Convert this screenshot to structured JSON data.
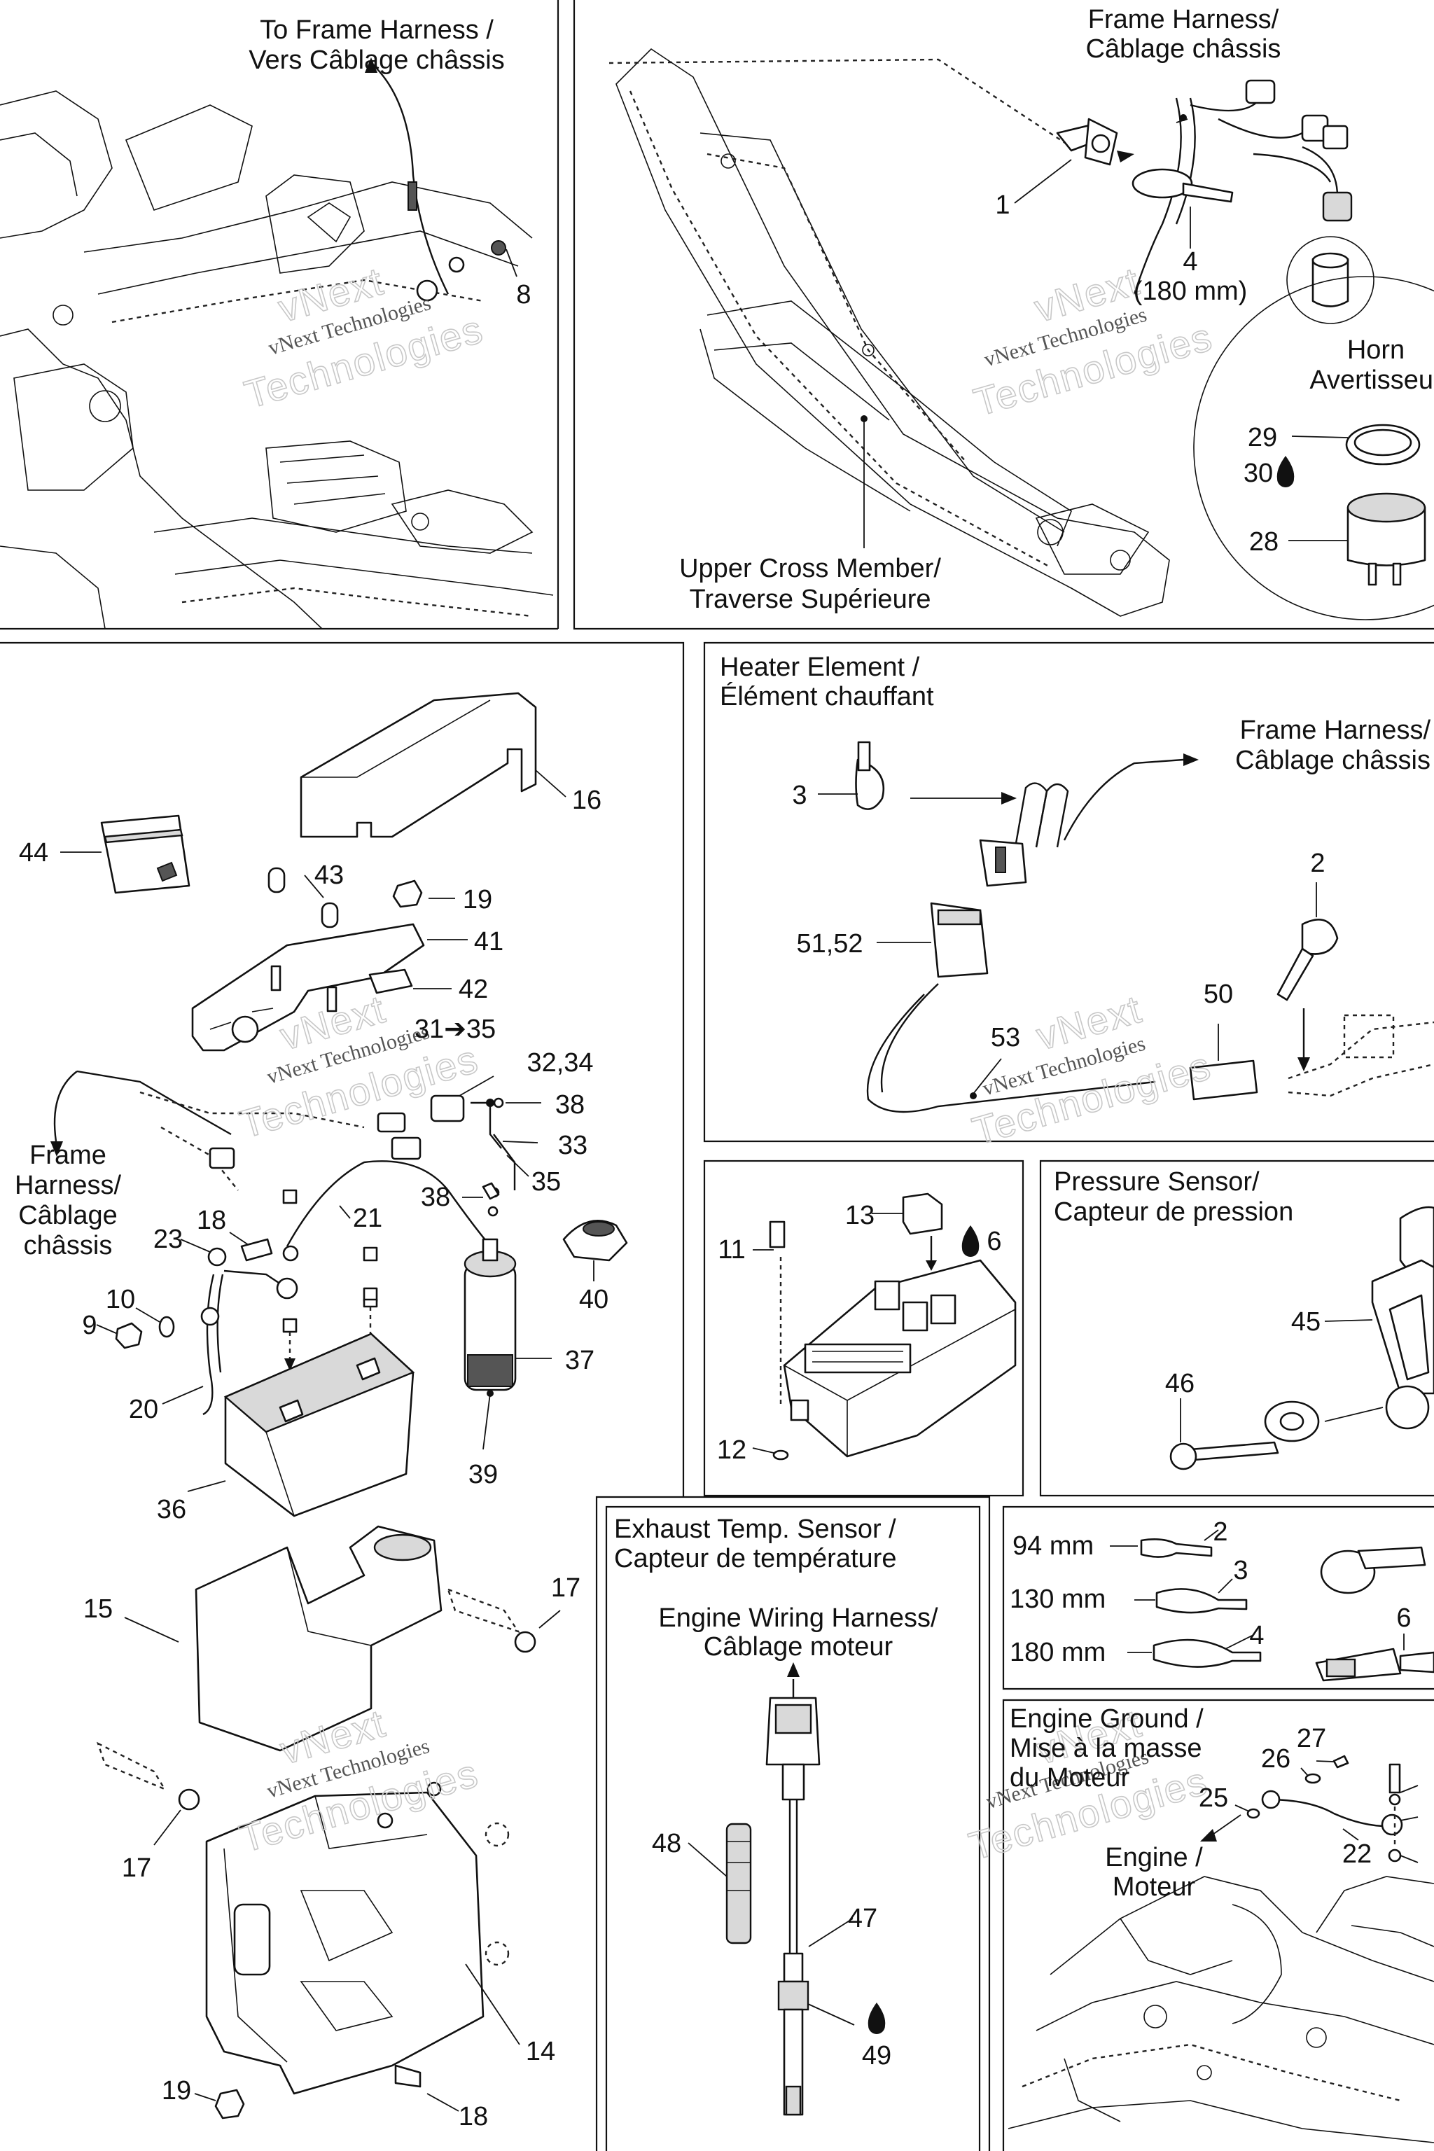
{
  "captions": {
    "to_frame_harness": [
      "To Frame Harness /",
      "Vers Câblage châssis"
    ],
    "frame_harness_top": [
      "Frame Harness/",
      "Câblage châssis"
    ],
    "horn": [
      "Horn",
      "Avertisseur"
    ],
    "upper_cross_member": [
      "Upper Cross Member/",
      "Traverse Supérieure"
    ],
    "heater_element": [
      "Heater Element /",
      "Élément chauffant"
    ],
    "frame_harness_heater": [
      "Frame Harness/",
      "Câblage châssis"
    ],
    "frame_harness_left": [
      "Frame",
      "Harness/",
      "Câblage",
      "châssis"
    ],
    "pressure_sensor": [
      "Pressure Sensor/",
      "Capteur de pression"
    ],
    "exhaust_temp_sensor": [
      "Exhaust Temp. Sensor /",
      "Capteur de température"
    ],
    "engine_wiring_harness": [
      "Engine Wiring Harness/",
      "Câblage moteur"
    ],
    "engine_ground": [
      "Engine Ground /",
      "Mise à la masse",
      "du Moteur"
    ],
    "engine": [
      "Engine /",
      "Moteur"
    ]
  },
  "tie_sizes": [
    "94 mm",
    "130 mm",
    "180 mm"
  ],
  "size_180": "(180 mm)",
  "watermark": [
    "vNext",
    "vNext Technologies",
    "Technologies"
  ],
  "part_numbers": {
    "p1": "1",
    "p2": "2",
    "p3": "3",
    "p4": "4",
    "p6": "6",
    "p8": "8",
    "p9": "9",
    "p10": "10",
    "p11": "11",
    "p12": "12",
    "p13": "13",
    "p14": "14",
    "p15": "15",
    "p16": "16",
    "p17": "17",
    "p18": "18",
    "p19": "19",
    "p20": "20",
    "p21": "21",
    "p22": "22",
    "p23": "23",
    "p25": "25",
    "p26": "26",
    "p27": "27",
    "p28": "28",
    "p29": "29",
    "p30": "30",
    "p31_35": "31➔35",
    "p32_34": "32,34",
    "p33": "33",
    "p35": "35",
    "p36": "36",
    "p37": "37",
    "p38": "38",
    "p39": "39",
    "p40": "40",
    "p41": "41",
    "p42": "42",
    "p43": "43",
    "p44": "44",
    "p45": "45",
    "p46": "46",
    "p47": "47",
    "p48": "48",
    "p49": "49",
    "p50": "50",
    "p51_52": "51,52",
    "p53": "53"
  }
}
